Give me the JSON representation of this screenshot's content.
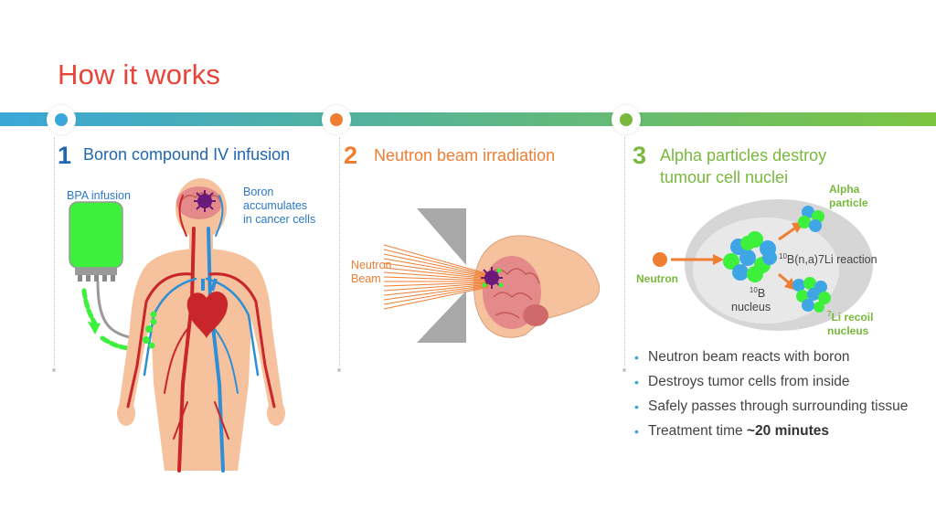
{
  "title": "How it works",
  "colors": {
    "title": "#e8443a",
    "step1": "#1f66b3",
    "step2": "#ef7d32",
    "step3": "#78b83c",
    "gradient_start": "#3aa7d8",
    "gradient_end": "#7cc540",
    "boron_green": "#3cf03c",
    "neutron_blue": "#3fa6e6"
  },
  "steps": [
    {
      "number": "1",
      "title": "Boron compound IV infusion"
    },
    {
      "number": "2",
      "title": "Neutron beam irradiation"
    },
    {
      "number": "3",
      "title_line1": "Alpha particles destroy",
      "title_line2": "tumour cell nuclei"
    }
  ],
  "step1": {
    "bpa_label": "BPA infusion",
    "boron_label_line1": "Boron",
    "boron_label_line2": "accumulates",
    "boron_label_line3": "in cancer cells"
  },
  "step2": {
    "beam_label_line1": "Neutron",
    "beam_label_line2": "Beam"
  },
  "step3": {
    "neutron_label": "Neutron",
    "alpha_label_line1": "Alpha",
    "alpha_label_line2": "particle",
    "reaction_sup": "10",
    "reaction_text": "B(n,a)7Li reaction",
    "nucleus_sup": "10",
    "nucleus_line1": "B",
    "nucleus_line2": "nucleus",
    "li_sup": "7",
    "li_line1": "Li recoil",
    "li_line2": "nucleus"
  },
  "bullets": [
    {
      "text": "Neutron beam reacts with boron"
    },
    {
      "text": "Destroys tumor cells from inside"
    },
    {
      "text": "Safely passes through surrounding tissue"
    },
    {
      "text": "Treatment time ",
      "bold": "~20 minutes"
    }
  ]
}
